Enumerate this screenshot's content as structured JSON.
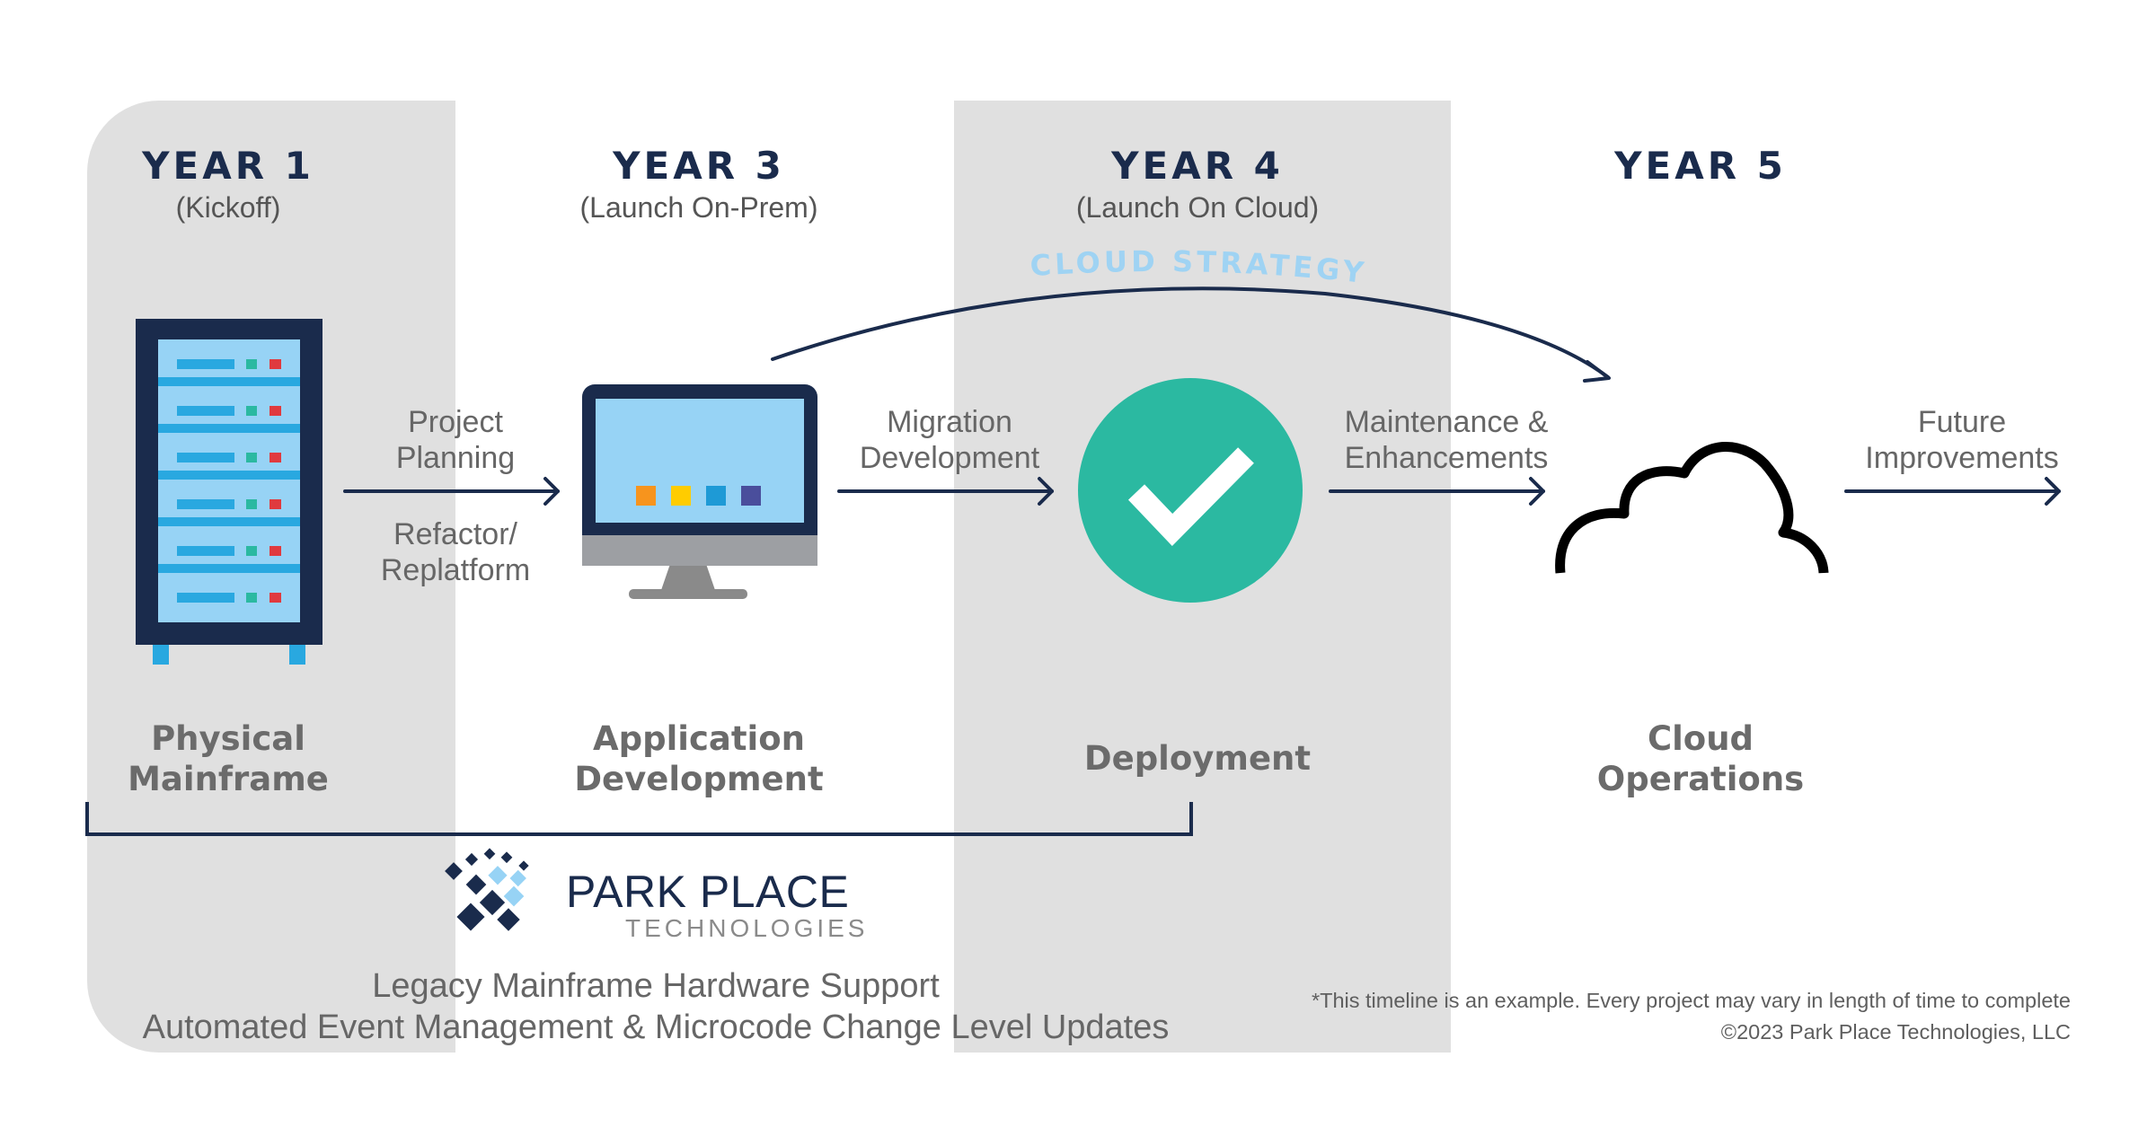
{
  "columns": [
    {
      "year": "YEAR 1",
      "sub": "(Kickoff)",
      "stage_lines": [
        "Physical",
        "Mainframe"
      ]
    },
    {
      "year": "YEAR 3",
      "sub": "(Launch On-Prem)",
      "stage_lines": [
        "Application",
        "Development"
      ]
    },
    {
      "year": "YEAR 4",
      "sub": "(Launch On Cloud)",
      "stage_lines": [
        "Deployment"
      ]
    },
    {
      "year": "YEAR 5",
      "sub": "",
      "stage_lines": [
        "Cloud",
        "Operations"
      ]
    }
  ],
  "transitions": [
    {
      "above": [
        "Project",
        "Planning"
      ],
      "below": [
        "Refactor/",
        "Replatform"
      ]
    },
    {
      "above": [
        "Migration",
        "Development"
      ],
      "below": []
    },
    {
      "above": [
        "Maintenance &",
        "Enhancements"
      ],
      "below": []
    },
    {
      "above": [
        "Future",
        "Improvements"
      ],
      "below": []
    }
  ],
  "cloud_strategy": "CLOUD STRATEGY",
  "logo": {
    "main": "PARK PLACE",
    "sub": "TECHNOLOGIES"
  },
  "legacy_lines": [
    "Legacy Mainframe Hardware Support",
    "Automated Event Management & Microcode Change Level Updates"
  ],
  "footnote": "*This timeline is an example. Every project may vary in length of time to complete",
  "copyright": "©2023 Park Place Technologies, LLC",
  "colors": {
    "navy": "#1a2b4c",
    "band_gray": "#e0e0e0",
    "check_green": "#2bb9a1",
    "screen_blue": "#97d3f5",
    "cloud_strategy_blue": "#9fd3f3"
  },
  "icons": [
    "server-rack-icon",
    "monitor-icon",
    "checkmark-circle-icon",
    "cloud-icon",
    "park-place-logo-icon"
  ]
}
